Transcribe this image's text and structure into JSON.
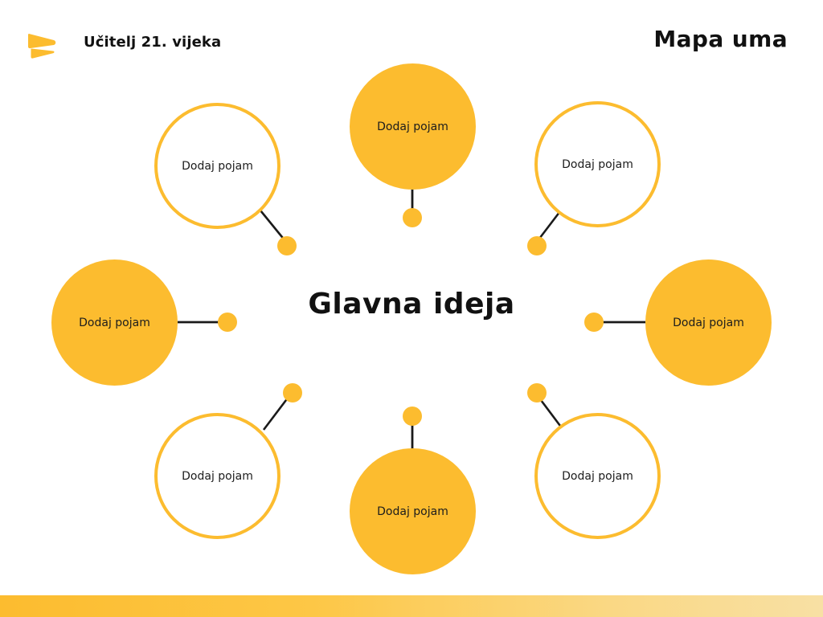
{
  "header": {
    "logo_icon": "chevron-logo-icon",
    "brand": "Učitelj 21. vijeka",
    "slide_title": "Mapa uma"
  },
  "central": {
    "label": "Glavna ideja"
  },
  "colors": {
    "accent": "#fcbc2f",
    "accent_fade": "#f8e0a4",
    "text": "#111111",
    "node_text": "#1c1c1c",
    "connector": "#1a1a1a",
    "background": "#ffffff"
  },
  "nodes": [
    {
      "id": "top-left",
      "label": "Dodaj pojam",
      "style": "outline"
    },
    {
      "id": "top-center",
      "label": "Dodaj pojam",
      "style": "filled"
    },
    {
      "id": "top-right",
      "label": "Dodaj pojam",
      "style": "outline"
    },
    {
      "id": "mid-left",
      "label": "Dodaj pojam",
      "style": "filled"
    },
    {
      "id": "mid-right",
      "label": "Dodaj pojam",
      "style": "filled"
    },
    {
      "id": "bottom-left",
      "label": "Dodaj pojam",
      "style": "outline"
    },
    {
      "id": "bottom-center",
      "label": "Dodaj pojam",
      "style": "filled"
    },
    {
      "id": "bottom-right",
      "label": "Dodaj pojam",
      "style": "outline"
    }
  ],
  "footer": {
    "gradient_from": "#fcbc2f",
    "gradient_to": "#f8e0a4"
  }
}
